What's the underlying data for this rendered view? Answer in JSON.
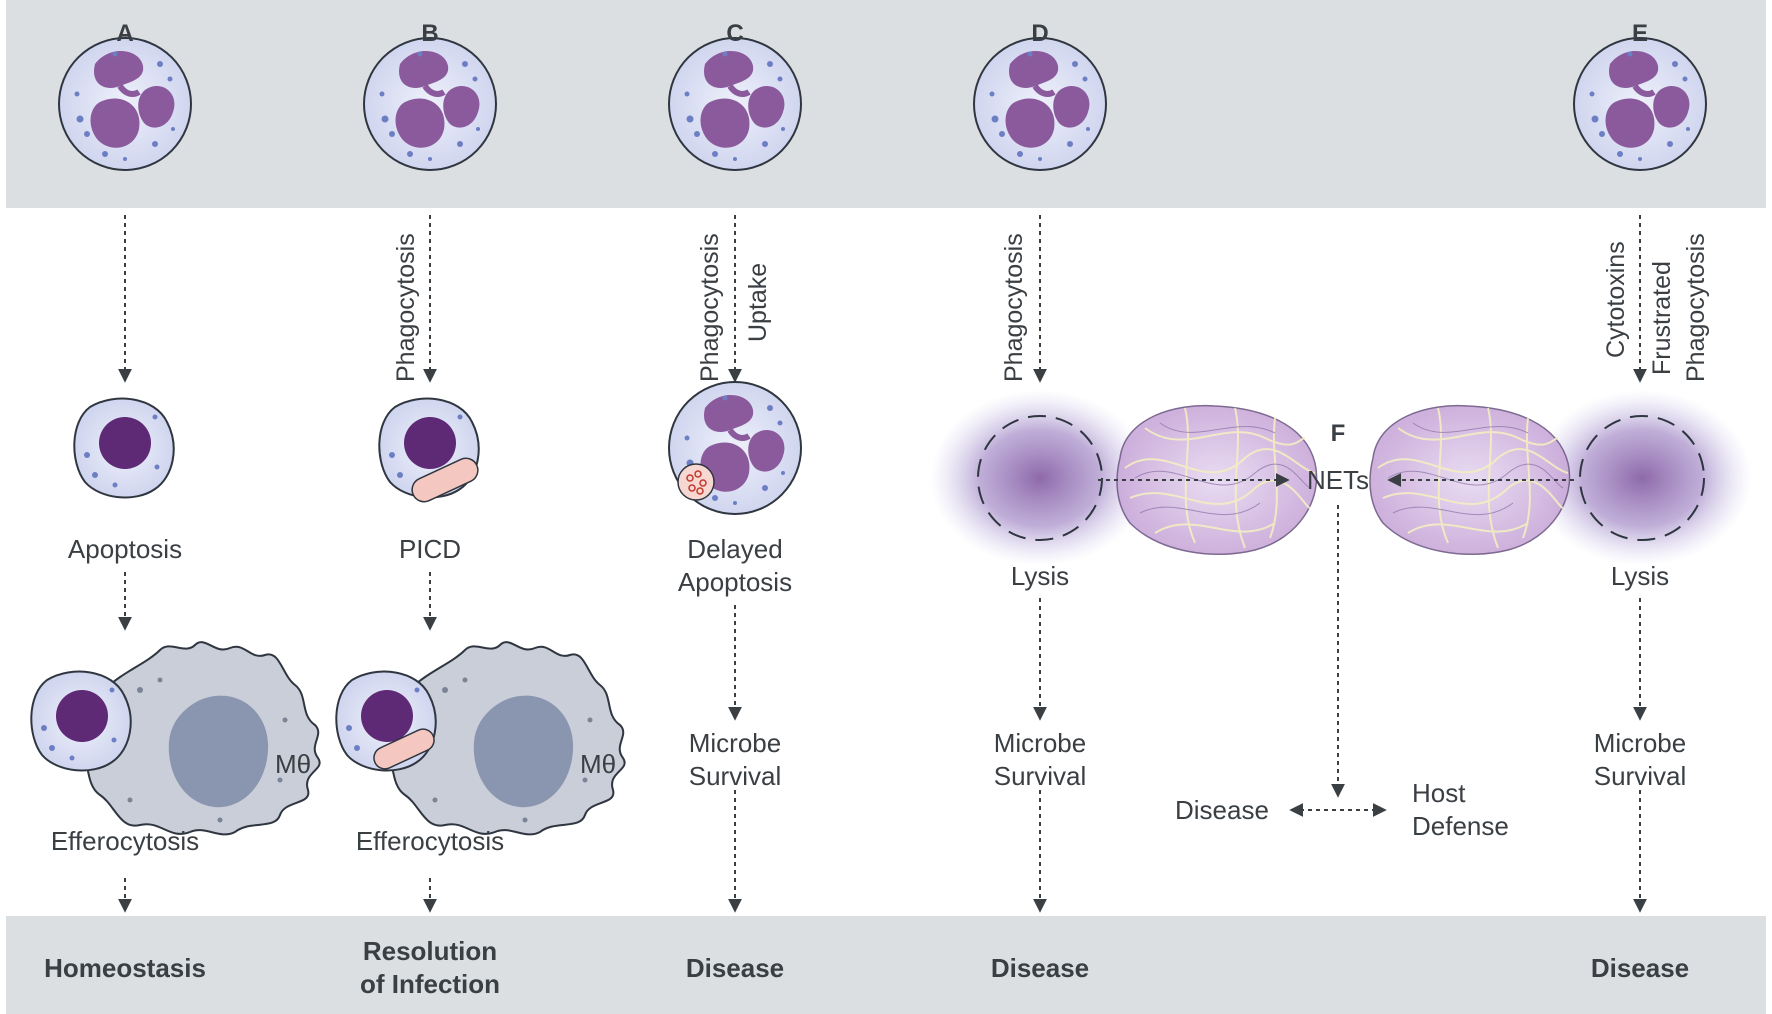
{
  "panels": {
    "a": {
      "letter": "A",
      "state": "Apoptosis",
      "step2": "Efferocytosis",
      "macrophage": "Mθ",
      "outcome": "Homeostasis"
    },
    "b": {
      "letter": "B",
      "trigger": "Phagocytosis",
      "state": "PICD",
      "step2": "Efferocytosis",
      "macrophage": "Mθ",
      "outcome_line1": "Resolution",
      "outcome_line2": "of Infection"
    },
    "c": {
      "letter": "C",
      "trigger1": "Phagocytosis",
      "trigger2": "Uptake",
      "state_line1": "Delayed",
      "state_line2": "Apoptosis",
      "result_line1": "Microbe",
      "result_line2": "Survival",
      "outcome": "Disease"
    },
    "d": {
      "letter": "D",
      "trigger": "Phagocytosis",
      "state": "Lysis",
      "result_line1": "Microbe",
      "result_line2": "Survival",
      "outcome": "Disease"
    },
    "e": {
      "letter": "E",
      "trigger1": "Cytotoxins",
      "trigger2_line1": "Frustrated",
      "trigger2_line2": "Phagocytosis",
      "state": "Lysis",
      "result_line1": "Microbe",
      "result_line2": "Survival",
      "outcome": "Disease"
    },
    "f": {
      "letter": "F",
      "nets": "NETs",
      "left_outcome": "Disease",
      "right_outcome_line1": "Host",
      "right_outcome_line2": "Defense"
    }
  },
  "colors": {
    "band": "#dcdfe1",
    "text": "#3a3f44",
    "cytoplasm": "#dfe3f4",
    "nucleus_lobed": "#8a5a9c",
    "nucleus_round": "#5e2a76",
    "macrophage": "#c9ced8",
    "macrophage_nucleus": "#8a96b0",
    "phagosome": "#f4c7c0",
    "net_fibers": "#d9b7e0"
  }
}
